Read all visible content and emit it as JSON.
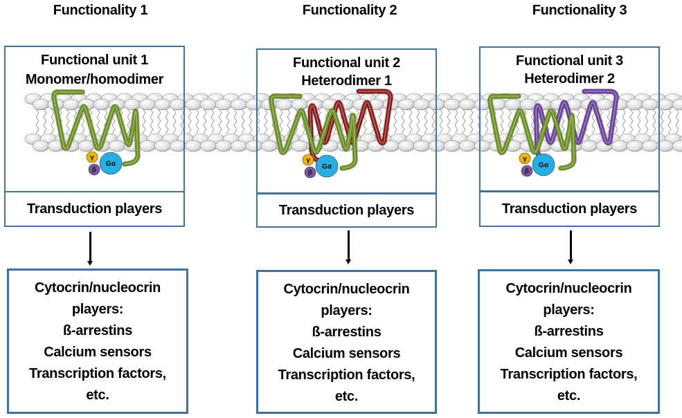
{
  "diagram": {
    "columns": [
      {
        "heading": "Functionality 1",
        "unit_title": "Functional unit 1",
        "unit_subtitle": "Monomer/homodimer",
        "partner_color": null,
        "transduction_label": "Transduction players",
        "players": [
          "Cytocrin/nucleocrin",
          "players:",
          "ß-arrestins",
          "Calcium sensors",
          "Transcription factors,",
          "etc."
        ]
      },
      {
        "heading": "Functionality 2",
        "unit_title": "Functional unit 2",
        "unit_subtitle": "Heterodimer 1",
        "partner_color": "#8b1a1a",
        "transduction_label": "Transduction players",
        "players": [
          "Cytocrin/nucleocrin",
          "players:",
          "ß-arrestins",
          "Calcium sensors",
          "Transcription factors,",
          "etc."
        ]
      },
      {
        "heading": "Functionality 3",
        "unit_title": "Functional unit 3",
        "unit_subtitle": "Heterodimer 2",
        "partner_color": "#6a3fa0",
        "transduction_label": "Transduction players",
        "players": [
          "Cytocrin/nucleocrin",
          "players:",
          "ß-arrestins",
          "Calcium sensors",
          "Transcription factors,",
          "etc."
        ]
      }
    ],
    "g_protein": {
      "gamma_label": "γ",
      "beta_label": "β",
      "alpha_label": "Gα",
      "gamma_color": "#f0b400",
      "beta_color": "#7b55a8",
      "alpha_color": "#27aee3"
    },
    "colors": {
      "receptor_green": "#6b8e23",
      "box_border": "#41719c"
    }
  }
}
